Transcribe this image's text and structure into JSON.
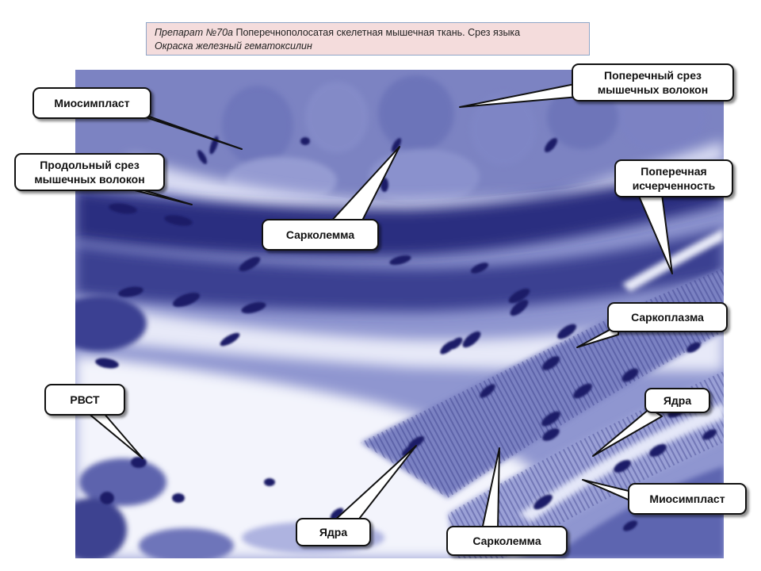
{
  "caption": {
    "line1_prefix": "Препарат №70а ",
    "line1_text": "Поперечнополосатая скелетная мышечная ткань. Срез языка",
    "line2": "Окраска железный гематоксилин"
  },
  "labels": {
    "miosimplast_top": "Миосимпласт",
    "longitudinal": "Продольный срез мышечных волокон",
    "cross_section": "Поперечный срез мышечных волокон",
    "sarcolemma_top": "Сарколемма",
    "striation": "Поперечная исчерченность",
    "sarcoplasm": "Саркоплазма",
    "rvst": "РВСТ",
    "nuclei_right": "Ядра",
    "miosimplast_bottom": "Миосимпласт",
    "nuclei_bottom": "Ядра",
    "sarcolemma_bottom": "Сарколемма"
  },
  "colors": {
    "stain_dark": "#1d2170",
    "stain_mid": "#5a63b0",
    "stain_light": "#c9cdef",
    "background_light": "#f2f3fb",
    "caption_bg": "#f4dcdc"
  }
}
